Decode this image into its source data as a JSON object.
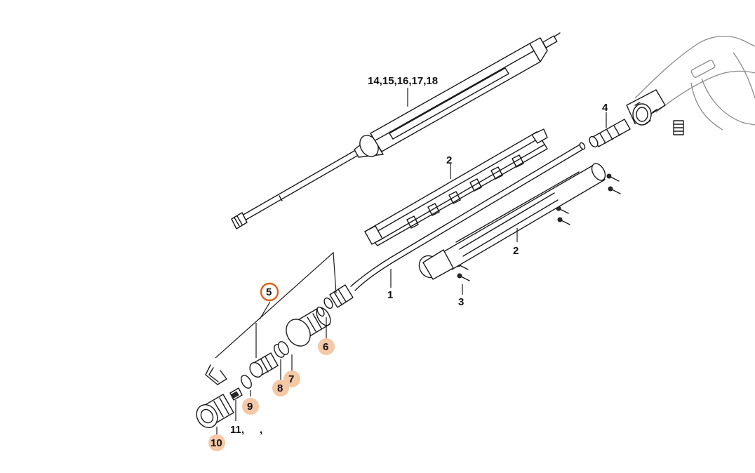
{
  "callouts": {
    "rod_kit": "14,15,16,17,18",
    "half_shell_upper": "2",
    "half_shell_lower": "2",
    "quick_coupling": "4",
    "screws": "3",
    "spray_tube": "1",
    "nozzle_kit": "5",
    "o_ring_6": "6",
    "cap_7": "7",
    "o_ring_8": "8",
    "o_ring_9": "9",
    "nut_10": "10",
    "nozzle_11": "11,",
    "trailing_mark": ","
  },
  "highlight": {
    "selected_color": "#e0601c",
    "marked_fill": "#f5c8a6",
    "selected": "5",
    "marked": [
      "6",
      "7",
      "8",
      "9",
      "10"
    ]
  }
}
